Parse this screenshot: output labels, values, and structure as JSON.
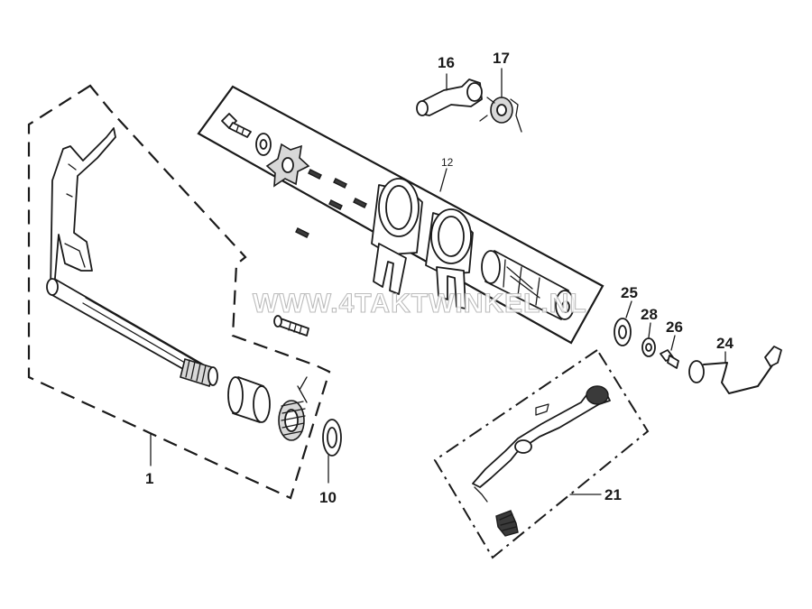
{
  "diagram": {
    "watermark": "WWW.4TAKTWINKEL.NL",
    "callouts": [
      {
        "id": "c1",
        "text": "1"
      },
      {
        "id": "c10",
        "text": "10"
      },
      {
        "id": "c12",
        "text": "12"
      },
      {
        "id": "c16",
        "text": "16"
      },
      {
        "id": "c17",
        "text": "17"
      },
      {
        "id": "c21",
        "text": "21"
      },
      {
        "id": "c24",
        "text": "24"
      },
      {
        "id": "c25",
        "text": "25"
      },
      {
        "id": "c26",
        "text": "26"
      },
      {
        "id": "c28",
        "text": "28"
      }
    ]
  }
}
